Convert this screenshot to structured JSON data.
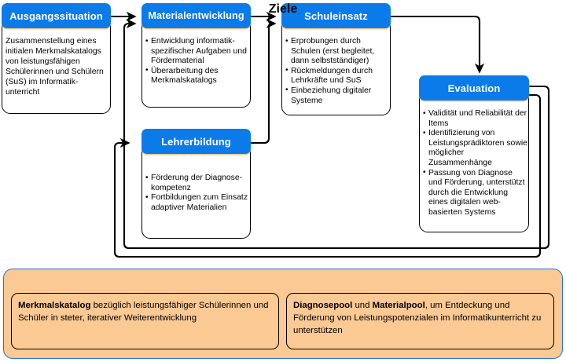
{
  "diagram": {
    "accent_blue": "#0b7bea",
    "panel_orange": "#fbc993",
    "panel_border_blue": "#2a6fd4",
    "line_color": "#000000",
    "boxes": [
      {
        "id": "ausgangssituation",
        "title": "Ausgangssituation",
        "body_kind": "paragraph",
        "paragraph": "Zusammenstellung eines initialen Merkmalskatalogs von leistungsfähigen Schülerinnen und Schülern (SuS) im Informatik-unterricht"
      },
      {
        "id": "materialentwicklung",
        "title": "Materialentwicklung",
        "body_kind": "bullets",
        "bullets": [
          "Entwicklung informatik-spezifischer Aufgaben und Fördermaterial",
          "Überarbeitung des Merkmalskatalogs"
        ]
      },
      {
        "id": "schuleinsatz",
        "title": "Schuleinsatz",
        "body_kind": "bullets",
        "bullets": [
          "Erprobungen durch Schulen (erst begleitet, dann selbstständiger)",
          "Rückmeldungen durch Lehrkräfte und SuS",
          "Einbeziehung digitaler Systeme"
        ]
      },
      {
        "id": "evaluation",
        "title": "Evaluation",
        "body_kind": "bullets",
        "bullets": [
          "Validität und Reliabilität der Items",
          "Identifizierung von Leistungsprädiktoren sowie möglicher Zusammenhänge",
          "Passung von Diagnose und Förderung, unterstützt durch die Entwicklung eines digitalen web-basierten Systems"
        ]
      },
      {
        "id": "lehrerbildung",
        "title": "Lehrerbildung",
        "body_kind": "bullets",
        "bullets": [
          "Förderung der Diagnose-kompetenz",
          "Fortbildungen zum Einsatz adaptiver Materialien"
        ]
      }
    ],
    "goals": {
      "title": "Ziele",
      "cards": [
        {
          "id": "goal-merkmalskatalog",
          "lead": "Merkmalskatalog",
          "rest": " bezüglich leistungsfähiger Schülerinnen und Schüler in steter, iterativer Weiterentwicklung"
        },
        {
          "id": "goal-pools",
          "lead": "Diagnosepool",
          "mid": " und ",
          "lead2": "Materialpool",
          "rest": ", um Entdeckung und Förderung von Leistungspotenzialen im Informatikunterricht zu unterstützen"
        }
      ]
    }
  }
}
